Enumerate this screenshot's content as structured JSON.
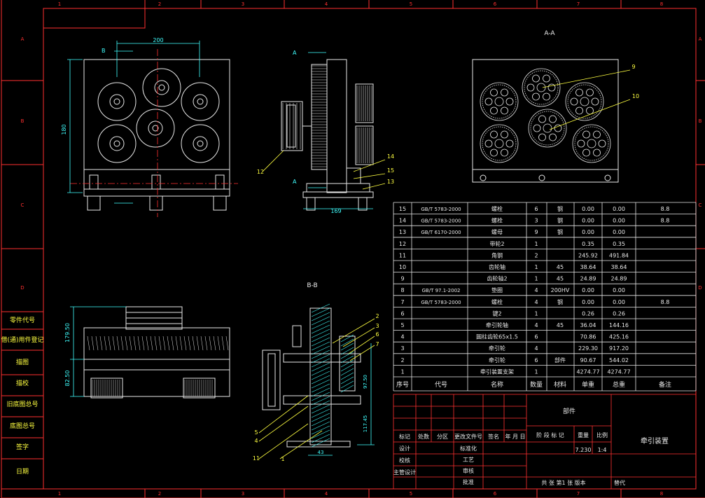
{
  "frame": {
    "top_zones": [
      "1",
      "2",
      "3",
      "4",
      "5",
      "6",
      "7",
      "8"
    ],
    "bottom_zones": [
      "1",
      "2",
      "3",
      "4",
      "5",
      "6",
      "7",
      "8"
    ],
    "left_zones": [
      "A",
      "B",
      "C",
      "D"
    ],
    "right_zones": [
      "A",
      "B",
      "C",
      "D"
    ]
  },
  "left_side_table": [
    "借(通)用件登记",
    "描图",
    "描校",
    "旧底图总号",
    "底图总号",
    "签字",
    "日期"
  ],
  "left_side_table_top": "零件代号",
  "views": {
    "top_view": {
      "dim_width": "200",
      "dim_height": "180",
      "section_mark": "B"
    },
    "side_view": {
      "section_mark": "A",
      "dim_width": "169",
      "callouts": [
        "12",
        "14",
        "15",
        "13"
      ]
    },
    "section_aa": {
      "title": "A-A",
      "callouts": [
        "9",
        "10"
      ]
    },
    "front_view": {
      "dim_top": "179.50",
      "dim_bottom": "82.50"
    },
    "section_bb": {
      "title": "B-B",
      "callouts": [
        "2",
        "3",
        "6",
        "7",
        "5",
        "4",
        "11",
        "1"
      ],
      "dims": [
        "97.50",
        "117.45",
        "43"
      ]
    }
  },
  "bom": {
    "headers": [
      "序号",
      "代号",
      "名称",
      "数量",
      "材料",
      "单重",
      "总重",
      "备注"
    ],
    "rows": [
      [
        "15",
        "GB/T 5783-2000",
        "螺栓",
        "6",
        "钢",
        "0.00",
        "0.00",
        "8.8"
      ],
      [
        "14",
        "GB/T 5783-2000",
        "螺栓",
        "3",
        "钢",
        "0.00",
        "0.00",
        "8.8"
      ],
      [
        "13",
        "GB/T 6170-2000",
        "螺母",
        "9",
        "钢",
        "0.00",
        "0.00",
        ""
      ],
      [
        "12",
        "",
        "带轮2",
        "1",
        "",
        "0.35",
        "0.35",
        ""
      ],
      [
        "11",
        "",
        "角钢",
        "2",
        "",
        "245.92",
        "491.84",
        ""
      ],
      [
        "10",
        "",
        "齿轮轴",
        "1",
        "45",
        "38.64",
        "38.64",
        ""
      ],
      [
        "9",
        "",
        "齿轮轴2",
        "1",
        "45",
        "24.89",
        "24.89",
        ""
      ],
      [
        "8",
        "GB/T 97.1-2002",
        "垫圈",
        "4",
        "200HV",
        "0.00",
        "0.00",
        ""
      ],
      [
        "7",
        "GB/T 5783-2000",
        "螺栓",
        "4",
        "钢",
        "0.00",
        "0.00",
        "8.8"
      ],
      [
        "6",
        "",
        "键2",
        "1",
        "",
        "0.26",
        "0.26",
        ""
      ],
      [
        "5",
        "",
        "牵引轮轴",
        "4",
        "45",
        "36.04",
        "144.16",
        ""
      ],
      [
        "4",
        "",
        "圆柱齿轮65x1.5",
        "6",
        "",
        "70.86",
        "425.16",
        ""
      ],
      [
        "3",
        "",
        "牵引轮",
        "4",
        "",
        "229.30",
        "917.20",
        ""
      ],
      [
        "2",
        "",
        "牵引轮",
        "6",
        "部件",
        "90.67",
        "544.02",
        ""
      ],
      [
        "1",
        "",
        "牵引装置支架",
        "1",
        "",
        "4274.77",
        "4274.77",
        ""
      ]
    ]
  },
  "title_block": {
    "part_label": "部件",
    "drawing_name": "牵引装置",
    "rev_headers": [
      "标记",
      "处数",
      "分区",
      "更改文件号",
      "签名",
      "年 月 日"
    ],
    "roles": [
      "设计",
      "校核",
      "主管设计"
    ],
    "roles2": [
      "标准化",
      "工艺",
      "审核",
      "批准"
    ],
    "stage_headers": [
      "阶 段 标 记",
      "重量",
      "比例"
    ],
    "weight": "7.230",
    "scale": "1:4",
    "sheet_info": "共  张 第1 张 版本",
    "replace": "替代"
  },
  "colors": {
    "background": "#000000",
    "frame": "#ff3030",
    "lines": "#e8e8e8",
    "dim": "#40ffff",
    "callout": "#ffff40"
  }
}
